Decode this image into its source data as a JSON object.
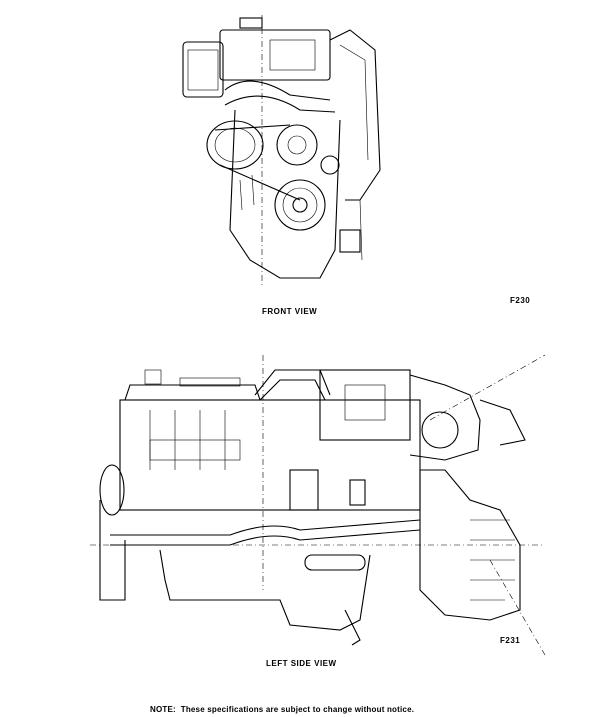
{
  "figures": [
    {
      "caption": "FRONT VIEW",
      "figure_id": "F230"
    },
    {
      "caption": "LEFT SIDE VIEW",
      "figure_id": "F231"
    }
  ],
  "note": "NOTE:  These specifications are subject to change without notice."
}
